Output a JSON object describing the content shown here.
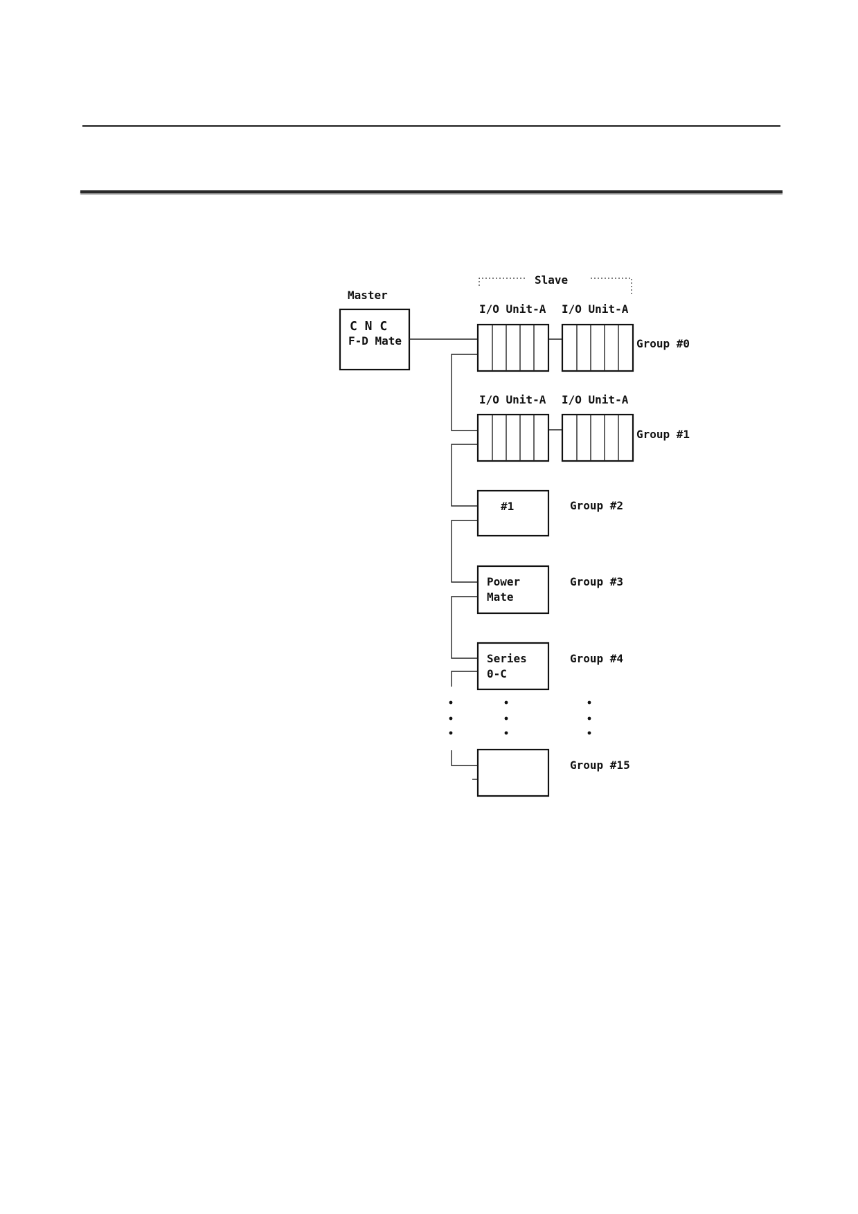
{
  "master": {
    "label": "Master",
    "box_line1": "C N C",
    "box_line2": "F-D Mate"
  },
  "slave": {
    "label": "Slave"
  },
  "units": {
    "io_unit_label": "I/O Unit-A"
  },
  "groups": [
    {
      "name": "Group #0"
    },
    {
      "name": "Group #1"
    },
    {
      "name": "Group #2",
      "box_line1": "#1",
      "box_line2": ""
    },
    {
      "name": "Group #3",
      "box_line1": "Power",
      "box_line2": "Mate"
    },
    {
      "name": "Group #4",
      "box_line1": "Series",
      "box_line2": "0-C"
    },
    {
      "name": "Group #15",
      "box_line1": "",
      "box_line2": ""
    }
  ]
}
